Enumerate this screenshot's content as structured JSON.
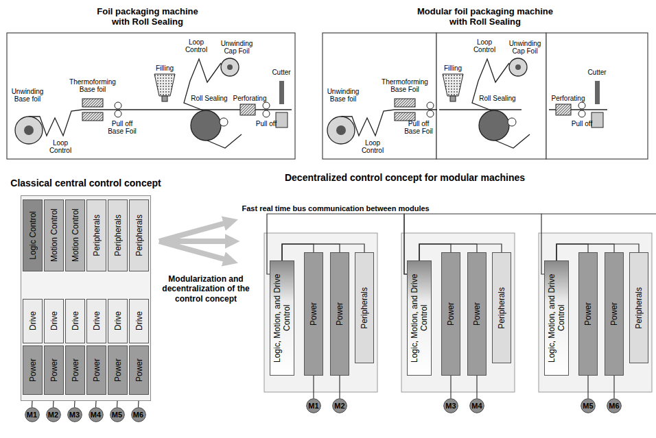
{
  "diagram": {
    "nodes": [
      {
        "text": [
          "Classical central control concept"
        ]
      },
      {
        "text": [
          "Logic Control"
        ],
        "in": 0
      },
      {
        "text": [
          "Motion Control"
        ],
        "in": 0
      },
      {
        "text": [
          "Motion Control"
        ],
        "in": 0
      },
      {
        "text": [
          "Peripherals"
        ],
        "in": 0
      },
      {
        "text": [
          "Peripherals"
        ],
        "in": 0
      },
      {
        "text": [
          "Peripherals"
        ],
        "in": 0
      },
      {
        "text": [
          "Drive"
        ],
        "in": 0
      },
      {
        "text": [
          "Drive"
        ],
        "in": 0
      },
      {
        "text": [
          "Drive"
        ],
        "in": 0
      },
      {
        "text": [
          "Drive"
        ],
        "in": 0
      },
      {
        "text": [
          "Drive"
        ],
        "in": 0
      },
      {
        "text": [
          "Drive"
        ],
        "in": 0
      },
      {
        "text": [
          "Power"
        ],
        "in": 0
      },
      {
        "text": [
          "Power"
        ],
        "in": 0
      },
      {
        "text": [
          "Power"
        ],
        "in": 0
      },
      {
        "text": [
          "Power"
        ],
        "in": 0
      },
      {
        "text": [
          "Power"
        ],
        "in": 0
      },
      {
        "text": [
          "Power"
        ],
        "in": 0
      },
      {
        "text": [
          "M1"
        ]
      },
      {
        "text": [
          "M2"
        ]
      },
      {
        "text": [
          "M3"
        ]
      },
      {
        "text": [
          "M4"
        ]
      },
      {
        "text": [
          "M5"
        ]
      },
      {
        "text": [
          "M6"
        ]
      },
      {
        "text": [
          "Logic, Motion, and Drive Control"
        ]
      },
      {
        "text": [
          "Power"
        ]
      },
      {
        "text": [
          "Power"
        ]
      },
      {
        "text": [
          "Peripherals"
        ]
      },
      {
        "text": [
          "M1"
        ]
      },
      {
        "text": [
          "M2"
        ]
      },
      {
        "text": [
          "Logic, Motion, and Drive Control"
        ]
      },
      {
        "text": [
          "Power"
        ]
      },
      {
        "text": [
          "Power"
        ]
      },
      {
        "text": [
          "Peripherals"
        ]
      },
      {
        "text": [
          "M3"
        ]
      },
      {
        "text": [
          "M4"
        ]
      },
      {
        "text": [
          "Logic, Motion, and Drive Control"
        ]
      },
      {
        "text": [
          "Power"
        ]
      },
      {
        "text": [
          "Power"
        ]
      },
      {
        "text": [
          "Peripherals"
        ]
      },
      {
        "text": [
          "M5"
        ]
      },
      {
        "text": [
          "M6"
        ]
      }
    ],
    "edges": [
      {
        "from": 2,
        "to": 7,
        "arrow": "none"
      },
      {
        "from": 2,
        "to": 8,
        "arrow": "none"
      },
      {
        "from": 2,
        "to": 9,
        "arrow": "none"
      },
      {
        "from": 3,
        "to": 10,
        "arrow": "none"
      },
      {
        "from": 3,
        "to": 11,
        "arrow": "none"
      },
      {
        "from": 3,
        "to": 12,
        "arrow": "none"
      },
      {
        "from": 13,
        "to": 19,
        "arrow": "none"
      },
      {
        "from": 14,
        "to": 20,
        "arrow": "none"
      },
      {
        "from": 15,
        "to": 21,
        "arrow": "none"
      },
      {
        "from": 16,
        "to": 22,
        "arrow": "none"
      },
      {
        "from": 17,
        "to": 23,
        "arrow": "none"
      },
      {
        "from": 18,
        "to": 24,
        "arrow": "none"
      },
      {
        "from": 25,
        "to": 26,
        "arrow": "none"
      },
      {
        "from": 25,
        "to": 27,
        "arrow": "none"
      },
      {
        "from": 25,
        "to": 28,
        "arrow": "none"
      },
      {
        "from": 31,
        "to": 32,
        "arrow": "none"
      },
      {
        "from": 31,
        "to": 33,
        "arrow": "none"
      },
      {
        "from": 31,
        "to": 34,
        "arrow": "none"
      },
      {
        "from": 37,
        "to": 38,
        "arrow": "none"
      },
      {
        "from": 37,
        "to": 39,
        "arrow": "none"
      },
      {
        "from": 37,
        "to": 40,
        "arrow": "none"
      },
      {
        "from": 26,
        "to": 29,
        "arrow": "none"
      },
      {
        "from": 27,
        "to": 30,
        "arrow": "none"
      },
      {
        "from": 32,
        "to": 35,
        "arrow": "none"
      },
      {
        "from": 33,
        "to": 36,
        "arrow": "none"
      },
      {
        "from": 38,
        "to": 41,
        "arrow": "none"
      },
      {
        "from": 39,
        "to": 42,
        "arrow": "none"
      },
      {
        "from": 25,
        "to": 31,
        "label": "Fast real time bus communication between modules",
        "arrow": "none"
      },
      {
        "from": 31,
        "to": 37,
        "arrow": "none"
      }
    ],
    "labels": [
      "Foil packaging machine with Roll Sealing",
      "Modular foil packaging machine with Roll Sealing",
      "Unwinding Base foil",
      "Loop Control",
      "Thermoforming Base foil",
      "Pull off Base Foil",
      "Filling",
      "Loop Control",
      "Unwinding Cap Foil",
      "Roll Sealing",
      "Perforating",
      "Pull off",
      "Cutter",
      "Unwinding Base foil",
      "Loop Control",
      "Thermoforming Base Foil",
      "Pull off Base Foil",
      "Filling",
      "Loop Control",
      "Unwinding Cap Foil",
      "Roll Sealing",
      "Perforating",
      "Pull off",
      "Cutter",
      "Modularization and decentralization of the control concept",
      "Decentralized control concept for modular machines"
    ]
  }
}
